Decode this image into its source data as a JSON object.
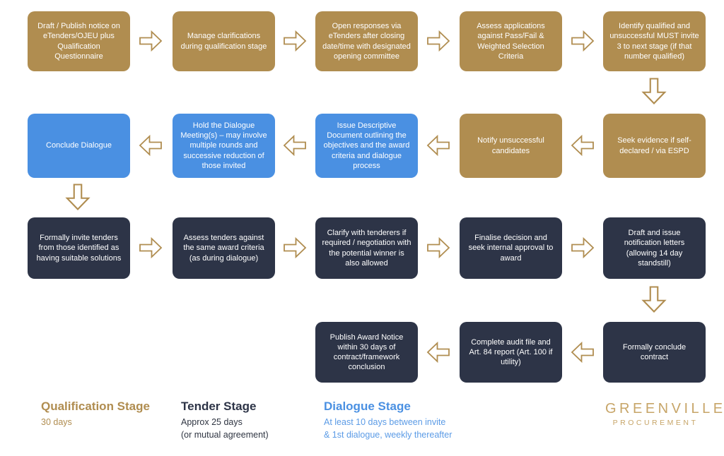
{
  "colors": {
    "qualification_tan": "#B08D50",
    "dialogue_blue": "#4A90E2",
    "tender_dark": "#2D3447",
    "arrow_outline": "#B08D50"
  },
  "boxes": [
    {
      "text": "Draft / Publish notice on eTenders/OJEU plus Qualification Questionnaire",
      "stage": "qualification"
    },
    {
      "text": "Manage clarifications during qualification stage",
      "stage": "qualification"
    },
    {
      "text": "Open responses via eTenders after closing date/time with designated opening committee",
      "stage": "qualification"
    },
    {
      "text": "Assess applications against Pass/Fail & Weighted Selection Criteria",
      "stage": "qualification"
    },
    {
      "text": "Identify qualified and unsuccessful MUST invite 3 to next stage (if that number qualified)",
      "stage": "qualification"
    },
    {
      "text": "Seek evidence if self-declared / via ESPD",
      "stage": "qualification"
    },
    {
      "text": "Notify unsuccessful candidates",
      "stage": "qualification"
    },
    {
      "text": "Issue Descriptive Document outlining the objectives and the award criteria and dialogue process",
      "stage": "dialogue"
    },
    {
      "text": "Hold the Dialogue Meeting(s) – may involve multiple rounds and successive reduction of those invited",
      "stage": "dialogue"
    },
    {
      "text": "Conclude Dialogue",
      "stage": "dialogue"
    },
    {
      "text": "Formally invite tenders from those identified as having suitable solutions",
      "stage": "tender"
    },
    {
      "text": "Assess tenders against the same award criteria (as during dialogue)",
      "stage": "tender"
    },
    {
      "text": "Clarify with tenderers if required / negotiation with the potential winner is also allowed",
      "stage": "tender"
    },
    {
      "text": "Finalise decision and seek internal approval to award",
      "stage": "tender"
    },
    {
      "text": "Draft and issue notification letters (allowing 14 day standstill)",
      "stage": "tender"
    },
    {
      "text": "Formally conclude contract",
      "stage": "tender"
    },
    {
      "text": "Complete audit file and Art. 84 report (Art. 100 if utility)",
      "stage": "tender"
    },
    {
      "text": "Publish Award Notice within 30 days of contract/framework conclusion",
      "stage": "tender"
    }
  ],
  "legend": [
    {
      "title": "Qualification Stage",
      "lines": [
        "30 days"
      ]
    },
    {
      "title": "Tender Stage",
      "lines": [
        "Approx 25 days",
        "(or mutual agreement)"
      ]
    },
    {
      "title": "Dialogue Stage",
      "lines": [
        "At least 10 days between invite",
        "& 1st dialogue, weekly thereafter"
      ]
    }
  ],
  "logo": {
    "line1": "GREENVILLE",
    "line2": "PROCUREMENT"
  }
}
